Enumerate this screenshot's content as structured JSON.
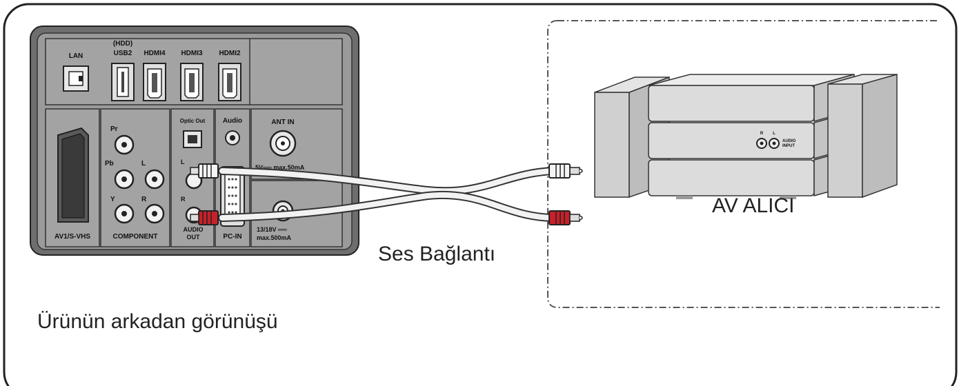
{
  "tv_panel": {
    "ports": {
      "lan": "LAN",
      "hdd": "(HDD)",
      "usb2": "USB2",
      "hdmi4": "HDMI4",
      "hdmi3": "HDMI3",
      "hdmi2": "HDMI2",
      "optic_out": "Optic Out",
      "audio": "Audio",
      "ant_in": "ANT IN",
      "ant_spec": "5V══ max.50mA",
      "pr": "Pr",
      "pb": "Pb",
      "y": "Y",
      "l": "L",
      "r": "R",
      "audio_l": "L",
      "audio_r": "R",
      "scart": "AV1/S-VHS",
      "component": "COMPONENT",
      "audio_out_1": "AUDIO",
      "audio_out_2": "OUT",
      "pc_in": "PC-IN",
      "sat_spec_1": "13/18V ══",
      "sat_spec_2": "max.500mA"
    }
  },
  "receiver": {
    "label": "AV ALICI",
    "r": "R",
    "l": "L",
    "audio_input_1": "AUDIO",
    "audio_input_2": "INPUT"
  },
  "cable_label": "Ses Bağlantı",
  "caption": "Ürünün arkadan görünüşü",
  "colors": {
    "panel": "#9a9a9a",
    "panel_dark": "#5c5c5c",
    "receiver": "#d4d4d4",
    "cable": "#f2f2f2",
    "plug_red": "#c8202a",
    "outline": "#222222"
  }
}
